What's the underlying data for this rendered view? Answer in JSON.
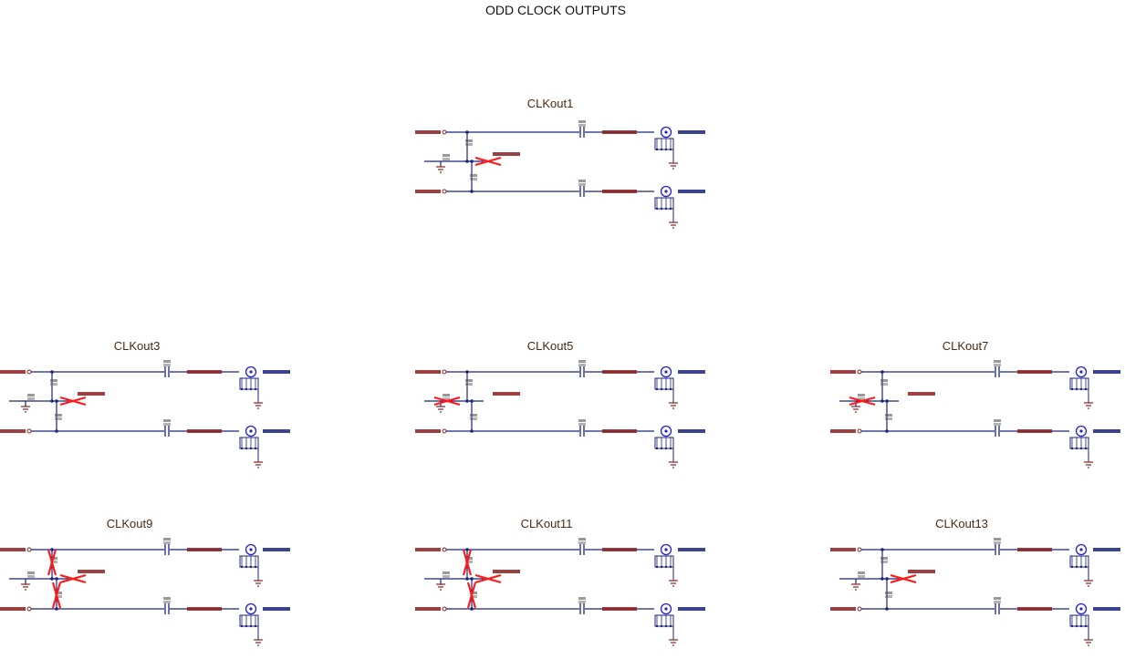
{
  "title": "ODD CLOCK OUTPUTS",
  "colors": {
    "wire": "#1a237e",
    "net_label": "#8b2020",
    "ground": "#8b2020",
    "connector": "#2222cc",
    "dnp_mark": "#ff1a1a",
    "designator": "#555555"
  },
  "blocks": [
    {
      "label": "CLKout1",
      "dnp": [
        "mid"
      ]
    },
    {
      "label": "CLKout3",
      "dnp": [
        "mid"
      ]
    },
    {
      "label": "CLKout5",
      "dnp": [
        "left"
      ]
    },
    {
      "label": "CLKout7",
      "dnp": [
        "left"
      ]
    },
    {
      "label": "CLKout9",
      "dnp": [
        "mid",
        "top",
        "bot"
      ]
    },
    {
      "label": "CLKout11",
      "dnp": [
        "mid",
        "top",
        "bot"
      ]
    },
    {
      "label": "CLKout13",
      "dnp": [
        "mid"
      ]
    }
  ]
}
